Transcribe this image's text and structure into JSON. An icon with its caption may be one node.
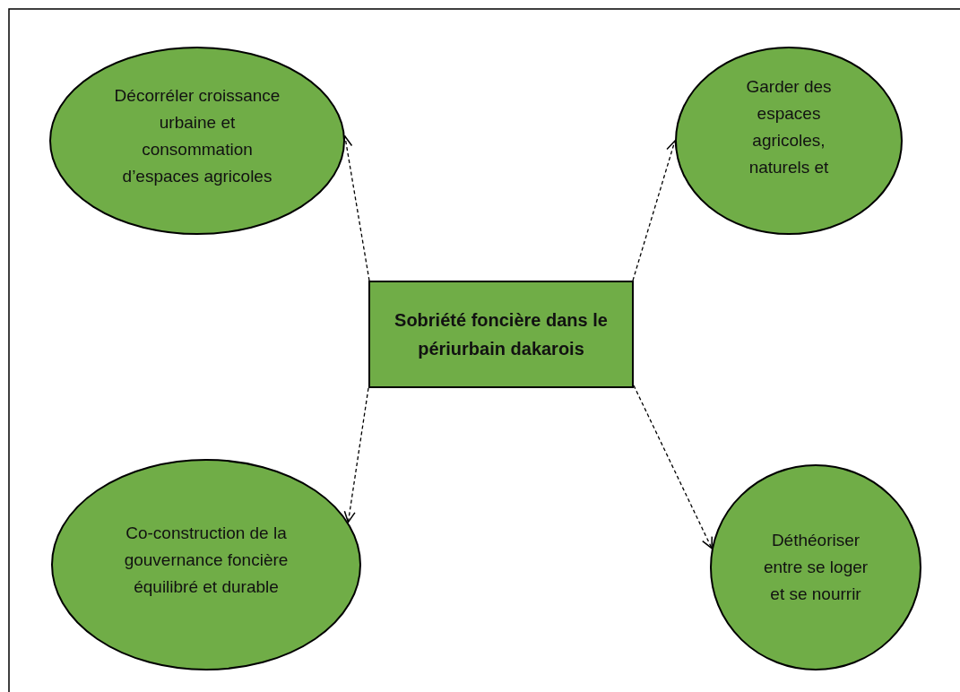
{
  "diagram": {
    "nodes": [
      {
        "text": [
          "Décorréler croissance urbaine et consommation d’espaces agricoles"
        ]
      },
      {
        "text": [
          "Garder des espaces agricoles, naturels et"
        ]
      },
      {
        "text": [
          "Sobriété foncière dans le périurbain dakarois"
        ]
      },
      {
        "text": [
          "Co-construction de la gouvernance foncière équilibré et durable"
        ]
      },
      {
        "text": [
          "Déthéoriser entre se loger et se nourrir"
        ]
      }
    ],
    "edges": [
      {
        "from": 2,
        "to": 0,
        "arrow": "to",
        "style": "dashed"
      },
      {
        "from": 2,
        "to": 1,
        "arrow": "to",
        "style": "dashed"
      },
      {
        "from": 2,
        "to": 3,
        "arrow": "to",
        "style": "dashed"
      },
      {
        "from": 2,
        "to": 4,
        "arrow": "to",
        "style": "dashed"
      }
    ]
  }
}
